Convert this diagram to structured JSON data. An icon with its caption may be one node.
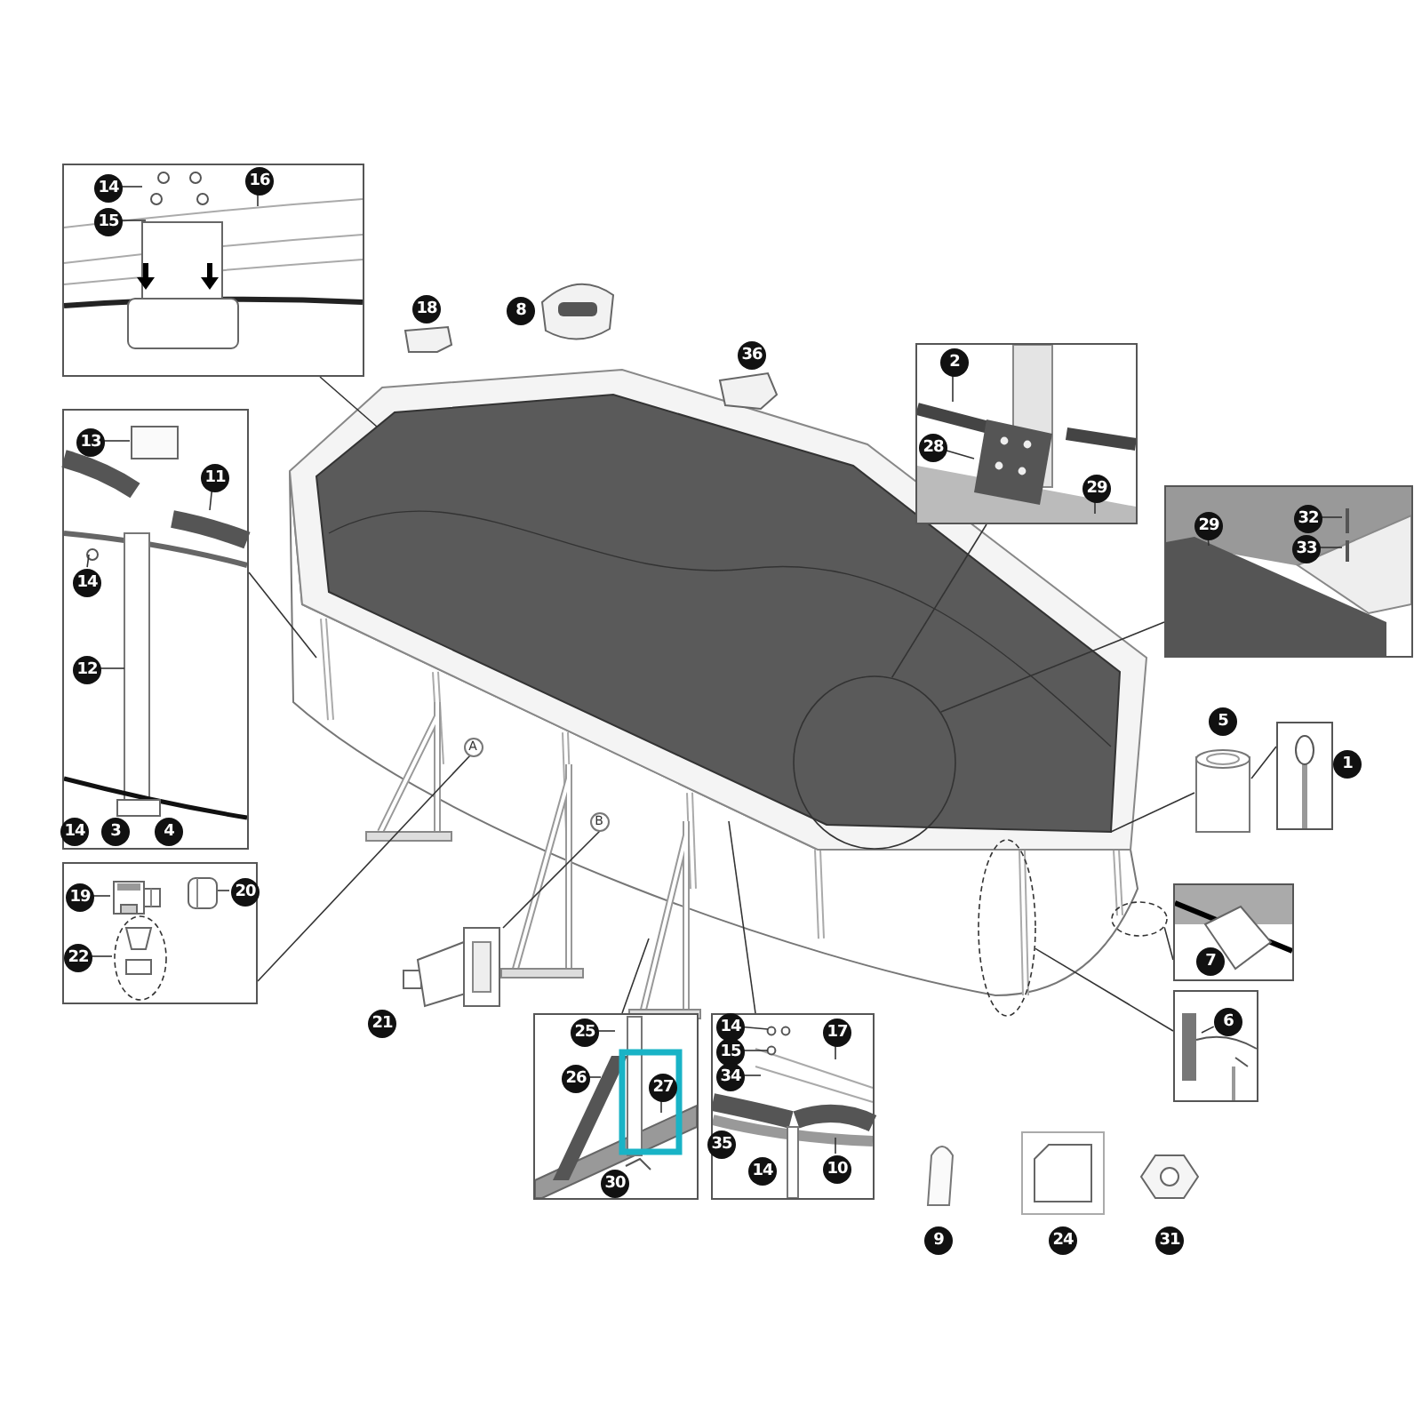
{
  "diagram": {
    "nodes": [
      {
        "text": [],
        "shape": "box"
      },
      {
        "text": [
          "14"
        ],
        "in": 0
      },
      {
        "text": [
          "15"
        ],
        "in": 0
      },
      {
        "text": [
          "16"
        ],
        "in": 0
      },
      {
        "text": [],
        "shape": "box"
      },
      {
        "text": [
          "13"
        ],
        "in": 4
      },
      {
        "text": [
          "11"
        ],
        "in": 4
      },
      {
        "text": [
          "14"
        ],
        "in": 4
      },
      {
        "text": [
          "12"
        ],
        "in": 4
      },
      {
        "text": [],
        "shape": "box"
      },
      {
        "text": [
          "19"
        ],
        "in": 9
      },
      {
        "text": [
          "20"
        ],
        "in": 9
      },
      {
        "text": [
          "22"
        ],
        "in": 9
      },
      {
        "text": [],
        "shape": "picture"
      },
      {
        "text": [],
        "shape": "box"
      },
      {
        "text": [
          "25"
        ],
        "in": 14
      },
      {
        "text": [
          "26"
        ],
        "in": 14
      },
      {
        "text": [
          "27"
        ],
        "in": 14
      },
      {
        "text": [],
        "shape": "box"
      },
      {
        "text": [
          "14"
        ],
        "in": 18
      },
      {
        "text": [
          "15"
        ],
        "in": 18
      },
      {
        "text": [
          "34"
        ],
        "in": 18
      },
      {
        "text": [
          "17"
        ],
        "in": 18
      },
      {
        "text": [
          "10"
        ],
        "in": 18
      },
      {
        "text": [],
        "shape": "box"
      },
      {
        "text": [
          "2"
        ],
        "in": 24
      },
      {
        "text": [
          "28"
        ],
        "in": 24
      },
      {
        "text": [
          "29"
        ],
        "in": 24
      },
      {
        "text": [],
        "shape": "box"
      },
      {
        "text": [
          "29"
        ],
        "in": 28
      },
      {
        "text": [
          "32"
        ],
        "in": 28
      },
      {
        "text": [
          "33"
        ],
        "in": 28
      },
      {
        "text": [],
        "shape": "circle"
      },
      {
        "text": [],
        "shape": "cylinder"
      },
      {
        "text": [],
        "shape": "box"
      },
      {
        "text": [],
        "shape": "circle"
      },
      {
        "text": [],
        "shape": "circle"
      },
      {
        "text": [],
        "shape": "box"
      },
      {
        "text": [],
        "shape": "box"
      },
      {
        "text": [
          "6"
        ],
        "in": 38
      },
      {
        "text": [
          "18"
        ]
      },
      {
        "text": [
          "8"
        ]
      },
      {
        "text": [
          "36"
        ]
      },
      {
        "text": [
          "14"
        ],
        "in": 4
      },
      {
        "text": [
          "3"
        ],
        "in": 4
      },
      {
        "text": [
          "4"
        ],
        "in": 4
      },
      {
        "text": [
          "A"
        ]
      },
      {
        "text": [
          "B"
        ]
      },
      {
        "text": [
          "7"
        ],
        "in": 37
      },
      {
        "text": [
          "30"
        ],
        "in": 14
      },
      {
        "text": [
          "35"
        ],
        "in": 18
      },
      {
        "text": [
          "14"
        ],
        "in": 18
      },
      {
        "text": [
          "9"
        ]
      },
      {
        "text": [
          "24"
        ]
      },
      {
        "text": [
          "31"
        ]
      },
      {
        "text": [],
        "shape": "circle",
        "in": 9
      },
      {
        "text": [
          "21"
        ]
      },
      {
        "text": [
          "5"
        ]
      },
      {
        "text": [
          "1"
        ]
      },
      {
        "text": [],
        "shape": "picture",
        "in": 9
      },
      {
        "text": [],
        "shape": "picture",
        "in": 9
      }
    ],
    "edges": [
      {
        "from": 1,
        "to": null,
        "arrow": "none"
      },
      {
        "from": 2,
        "to": null,
        "arrow": "none"
      },
      {
        "from": 3,
        "to": null,
        "arrow": "none"
      },
      {
        "from": 5,
        "to": null,
        "arrow": "none"
      },
      {
        "from": 6,
        "to": null,
        "arrow": "none"
      },
      {
        "from": 7,
        "to": null,
        "arrow": "none"
      },
      {
        "from": 8,
        "to": null,
        "arrow": "none"
      },
      {
        "from": 10,
        "to": 59,
        "arrow": "none"
      },
      {
        "from": 11,
        "to": 60,
        "arrow": "none"
      },
      {
        "from": 12,
        "to": 55,
        "arrow": "none"
      },
      {
        "from": 15,
        "to": null,
        "arrow": "none"
      },
      {
        "from": 16,
        "to": null,
        "arrow": "none"
      },
      {
        "from": 17,
        "to": null,
        "arrow": "none"
      },
      {
        "from": 19,
        "to": null,
        "arrow": "none"
      },
      {
        "from": 20,
        "to": null,
        "arrow": "none"
      },
      {
        "from": 21,
        "to": null,
        "arrow": "none"
      },
      {
        "from": 22,
        "to": null,
        "arrow": "none"
      },
      {
        "from": 23,
        "to": null,
        "arrow": "none"
      },
      {
        "from": 25,
        "to": null,
        "arrow": "none"
      },
      {
        "from": 26,
        "to": null,
        "arrow": "none"
      },
      {
        "from": 27,
        "to": null,
        "arrow": "none"
      },
      {
        "from": 29,
        "to": null,
        "arrow": "none"
      },
      {
        "from": 30,
        "to": null,
        "arrow": "none"
      },
      {
        "from": 31,
        "to": null,
        "arrow": "none"
      },
      {
        "from": 39,
        "to": null,
        "arrow": "none"
      },
      {
        "from": 0,
        "to": null,
        "arrow": "none"
      },
      {
        "from": 4,
        "to": null,
        "arrow": "none"
      },
      {
        "from": 9,
        "to": 46,
        "arrow": "none"
      },
      {
        "from": 13,
        "to": 47,
        "arrow": "none"
      },
      {
        "from": 14,
        "to": null,
        "arrow": "none"
      },
      {
        "from": 18,
        "to": null,
        "arrow": "none"
      },
      {
        "from": 24,
        "to": 32,
        "arrow": "none"
      },
      {
        "from": 28,
        "to": 32,
        "arrow": "none"
      },
      {
        "from": 34,
        "to": 33,
        "arrow": "none"
      },
      {
        "from": 33,
        "to": null,
        "arrow": "none"
      },
      {
        "from": 37,
        "to": 36,
        "arrow": "none"
      },
      {
        "from": 38,
        "to": 35,
        "arrow": "none"
      }
    ]
  }
}
